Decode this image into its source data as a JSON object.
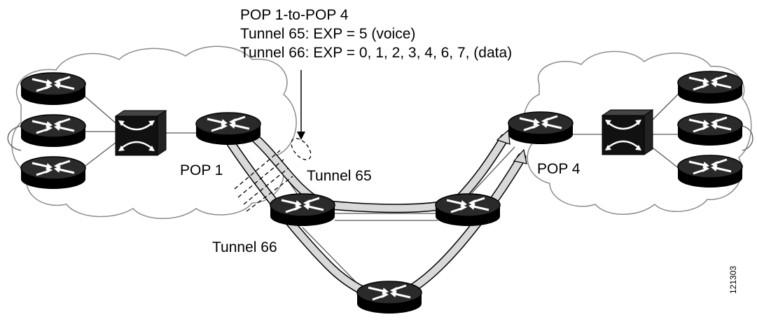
{
  "header": {
    "line1": "POP 1-to-POP 4",
    "line2": "Tunnel 65: EXP = 5 (voice)",
    "line3": "Tunnel 66: EXP = 0, 1, 2, 3, 4, 6, 7, (data)"
  },
  "labels": {
    "pop1": "POP 1",
    "pop4": "POP 4",
    "tunnel65": "Tunnel 65",
    "tunnel66": "Tunnel 66"
  },
  "figure_number": "121303",
  "colors": {
    "router_fill": "#1a1a1a",
    "tunnel_fill": "#d9d9d9",
    "cloud_stroke": "#8c8c8c",
    "link_stroke": "#595959"
  }
}
